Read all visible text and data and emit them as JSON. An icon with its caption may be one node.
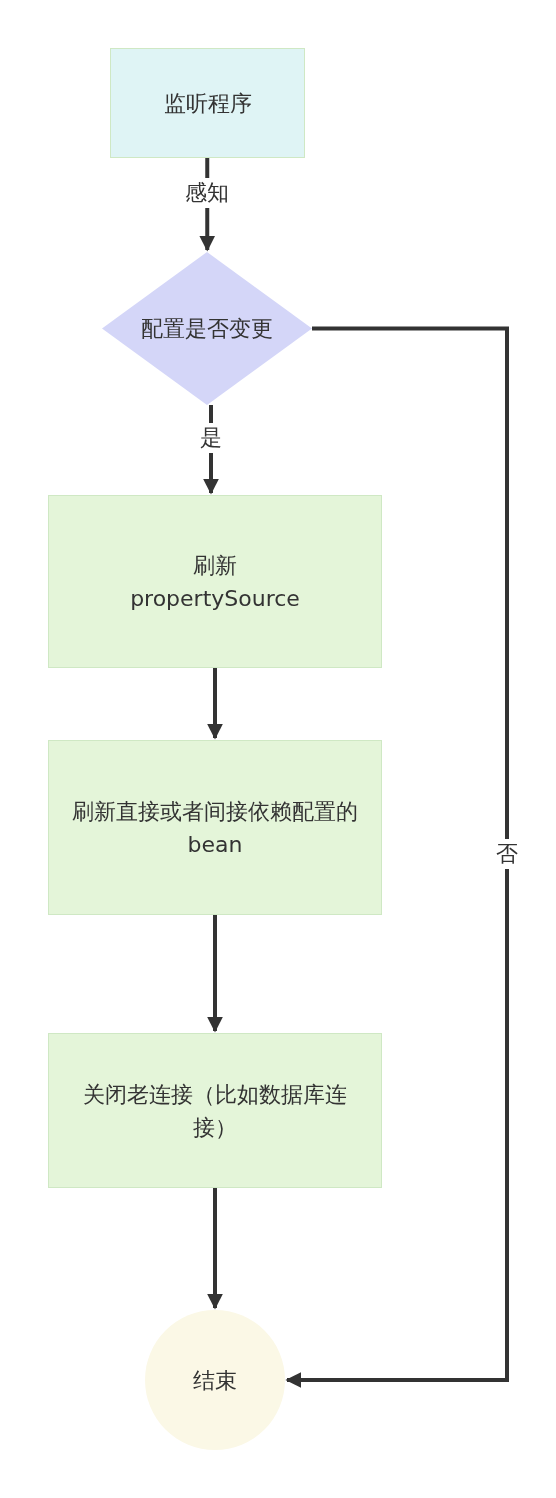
{
  "diagram": {
    "nodes": [
      {
        "text": [
          "监听程序"
        ]
      },
      {
        "text": [
          "配置是否变更"
        ]
      },
      {
        "text": [
          "刷新 propertySource"
        ]
      },
      {
        "text": [
          "刷新直接或者间接依赖配置的bean"
        ]
      },
      {
        "text": [
          "关闭老连接（比如数据库连接）"
        ]
      },
      {
        "text": [
          "结束"
        ]
      }
    ],
    "edges": [
      {
        "from": 0,
        "to": 1,
        "arrow": "to",
        "label": "感知"
      },
      {
        "from": 1,
        "to": 2,
        "arrow": "to",
        "label": "是"
      },
      {
        "from": 2,
        "to": 3,
        "arrow": "to"
      },
      {
        "from": 3,
        "to": 4,
        "arrow": "to"
      },
      {
        "from": 4,
        "to": 5,
        "arrow": "to"
      },
      {
        "from": 1,
        "to": 5,
        "arrow": "to",
        "label": "否"
      }
    ]
  }
}
